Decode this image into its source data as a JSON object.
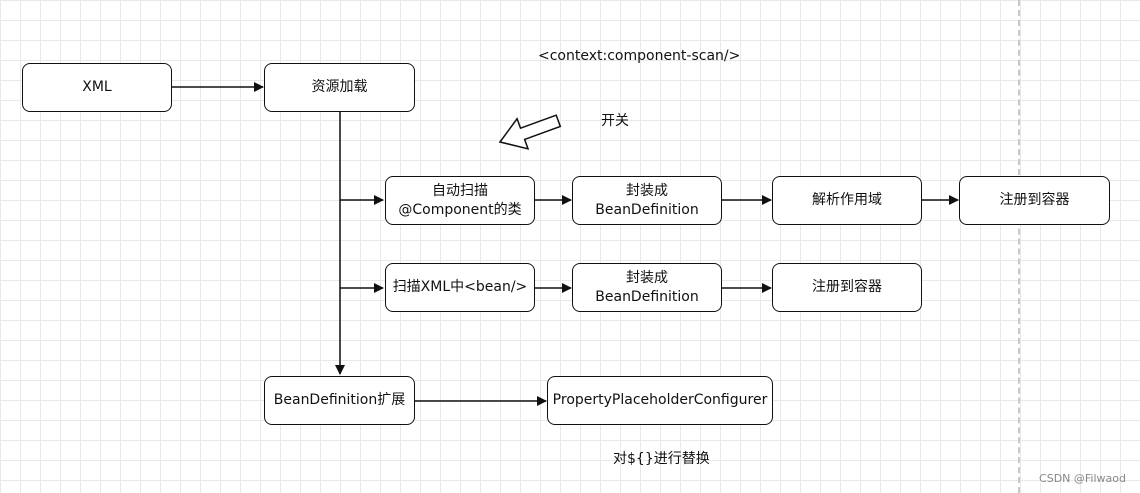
{
  "nodes": {
    "xml": "XML",
    "resource_load": "资源加载",
    "auto_scan": "自动扫描\n@Component的类",
    "wrap_bd_1": "封装成BeanDefinition",
    "parse_scope": "解析作用域",
    "register_1": "注册到容器",
    "scan_xml_bean": "扫描XML中<bean/>",
    "wrap_bd_2": "封装成BeanDefinition",
    "register_2": "注册到容器",
    "bd_extension": "BeanDefinition扩展",
    "property_configurer": "PropertyPlaceholderConfigurer"
  },
  "labels": {
    "component_scan": "<context:component-scan/>",
    "switch": "开关",
    "replace_placeholder": "对${}进行替换"
  },
  "watermark": "CSDN @Filwaod",
  "colors": {
    "stroke": "#111111",
    "grid": "#e9e9e9",
    "background": "#ffffff"
  }
}
